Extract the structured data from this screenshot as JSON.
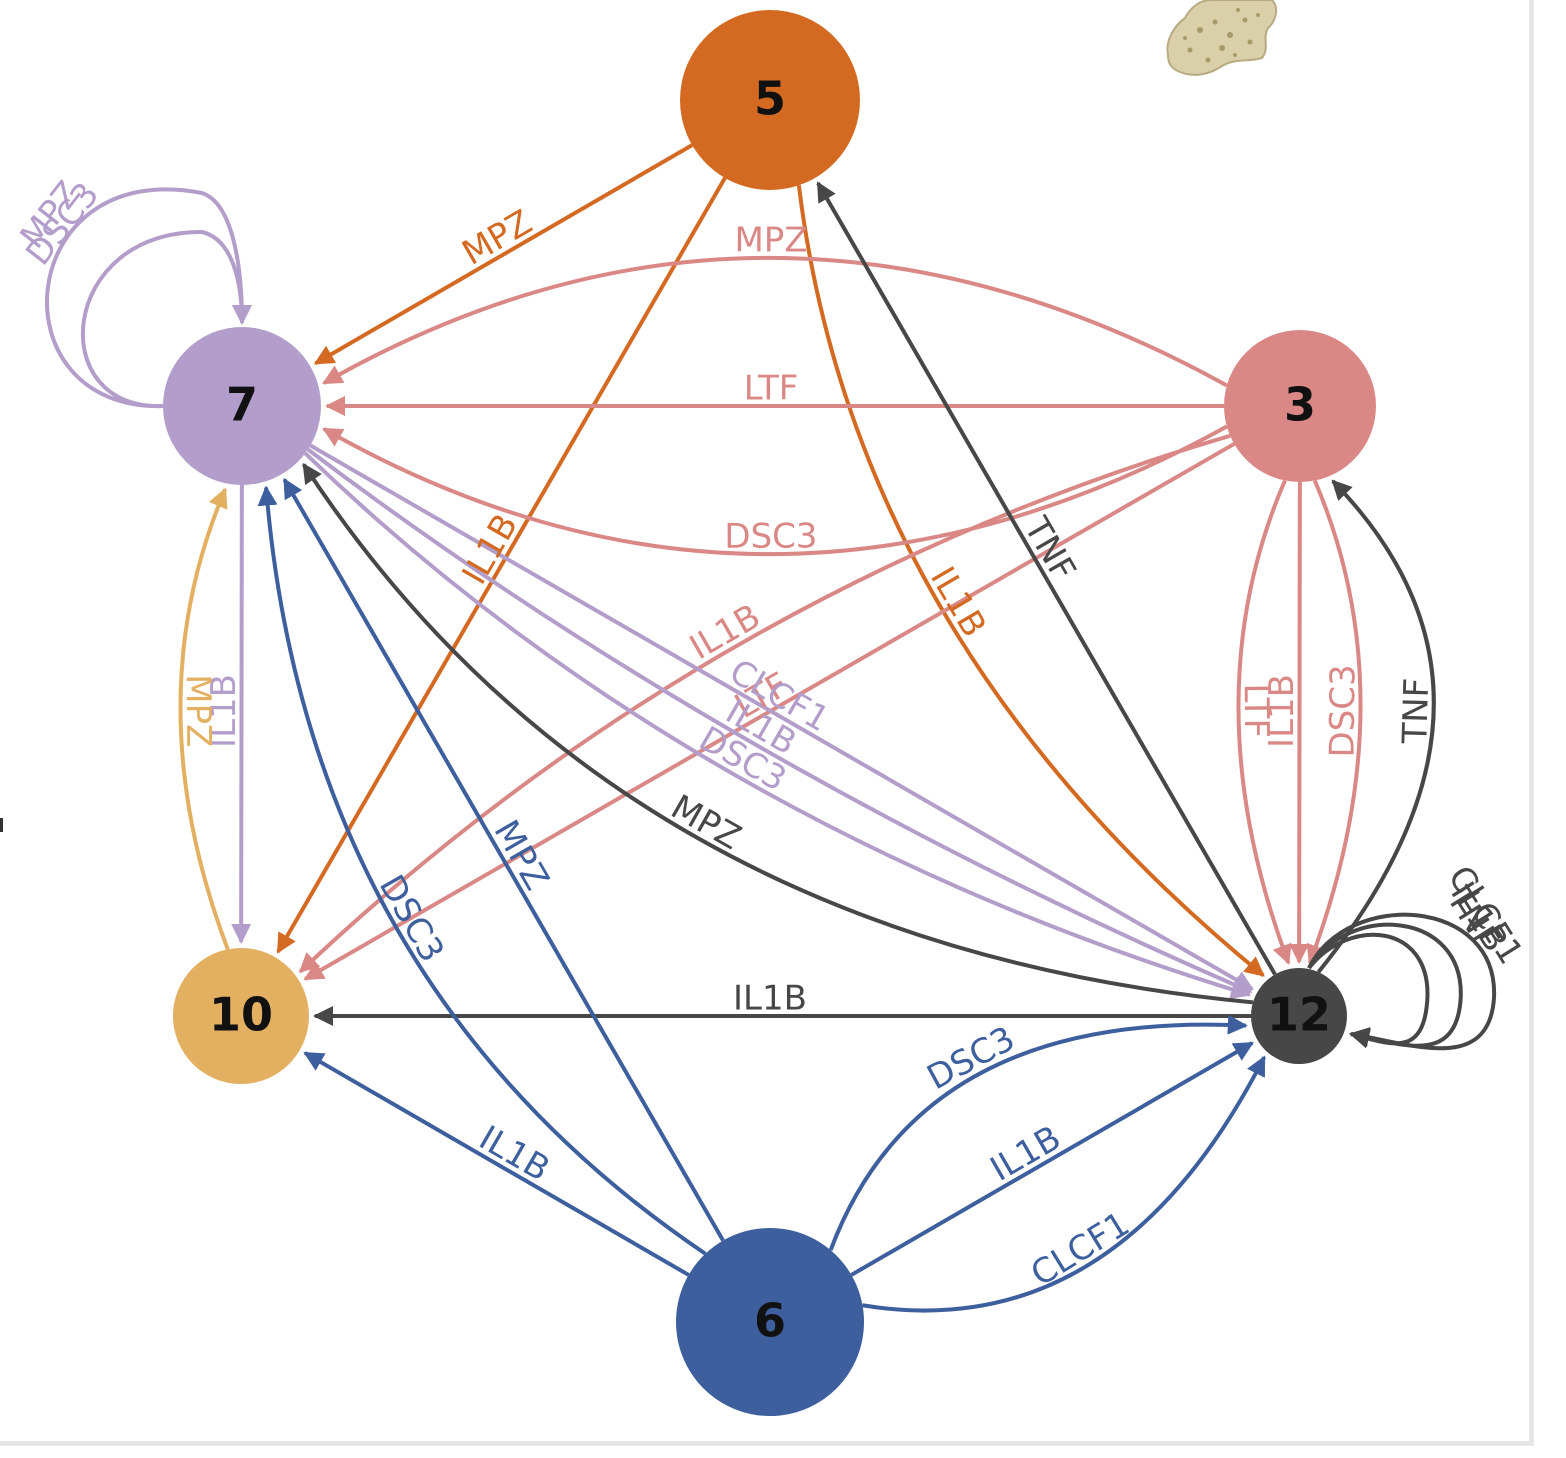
{
  "nodes": [
    {
      "id": "5",
      "label": "5",
      "color": "#d46a22"
    },
    {
      "id": "7",
      "label": "7",
      "color": "#b39dca"
    },
    {
      "id": "3",
      "label": "3",
      "color": "#d98886"
    },
    {
      "id": "10",
      "label": "10",
      "color": "#e3b062"
    },
    {
      "id": "12",
      "label": "12",
      "color": "#474747"
    },
    {
      "id": "6",
      "label": "6",
      "color": "#3d5f9e"
    }
  ],
  "edges": [
    {
      "from": "7",
      "to": "7",
      "label": "MPZ"
    },
    {
      "from": "7",
      "to": "7",
      "label": "DSC3"
    },
    {
      "from": "5",
      "to": "7",
      "label": "MPZ"
    },
    {
      "from": "5",
      "to": "10",
      "label": "IL1B"
    },
    {
      "from": "5",
      "to": "12",
      "label": "IL1B"
    },
    {
      "from": "3",
      "to": "7",
      "label": "MPZ"
    },
    {
      "from": "3",
      "to": "7",
      "label": "LTF"
    },
    {
      "from": "3",
      "to": "7",
      "label": "DSC3"
    },
    {
      "from": "3",
      "to": "10",
      "label": "LTF"
    },
    {
      "from": "3",
      "to": "10",
      "label": "IL1B"
    },
    {
      "from": "3",
      "to": "12",
      "label": "LTF"
    },
    {
      "from": "3",
      "to": "12",
      "label": "IL1B"
    },
    {
      "from": "3",
      "to": "12",
      "label": "DSC3"
    },
    {
      "from": "7",
      "to": "10",
      "label": "IL1B"
    },
    {
      "from": "7",
      "to": "12",
      "label": "CLCF1"
    },
    {
      "from": "7",
      "to": "12",
      "label": "IL1B"
    },
    {
      "from": "7",
      "to": "12",
      "label": "DSC3"
    },
    {
      "from": "10",
      "to": "7",
      "label": "MPZ"
    },
    {
      "from": "12",
      "to": "5",
      "label": "TNF"
    },
    {
      "from": "12",
      "to": "3",
      "label": "TNF"
    },
    {
      "from": "12",
      "to": "7",
      "label": "MPZ"
    },
    {
      "from": "12",
      "to": "10",
      "label": "IL1B"
    },
    {
      "from": "12",
      "to": "12",
      "label": "CLCF1"
    },
    {
      "from": "12",
      "to": "12",
      "label": "IL1B"
    },
    {
      "from": "12",
      "to": "12",
      "label": "TNF"
    },
    {
      "from": "6",
      "to": "7",
      "label": "DSC3"
    },
    {
      "from": "6",
      "to": "7",
      "label": "MPZ"
    },
    {
      "from": "6",
      "to": "10",
      "label": "IL1B"
    },
    {
      "from": "6",
      "to": "12",
      "label": "DSC3"
    },
    {
      "from": "6",
      "to": "12",
      "label": "IL1B"
    },
    {
      "from": "6",
      "to": "12",
      "label": "CLCF1"
    }
  ]
}
